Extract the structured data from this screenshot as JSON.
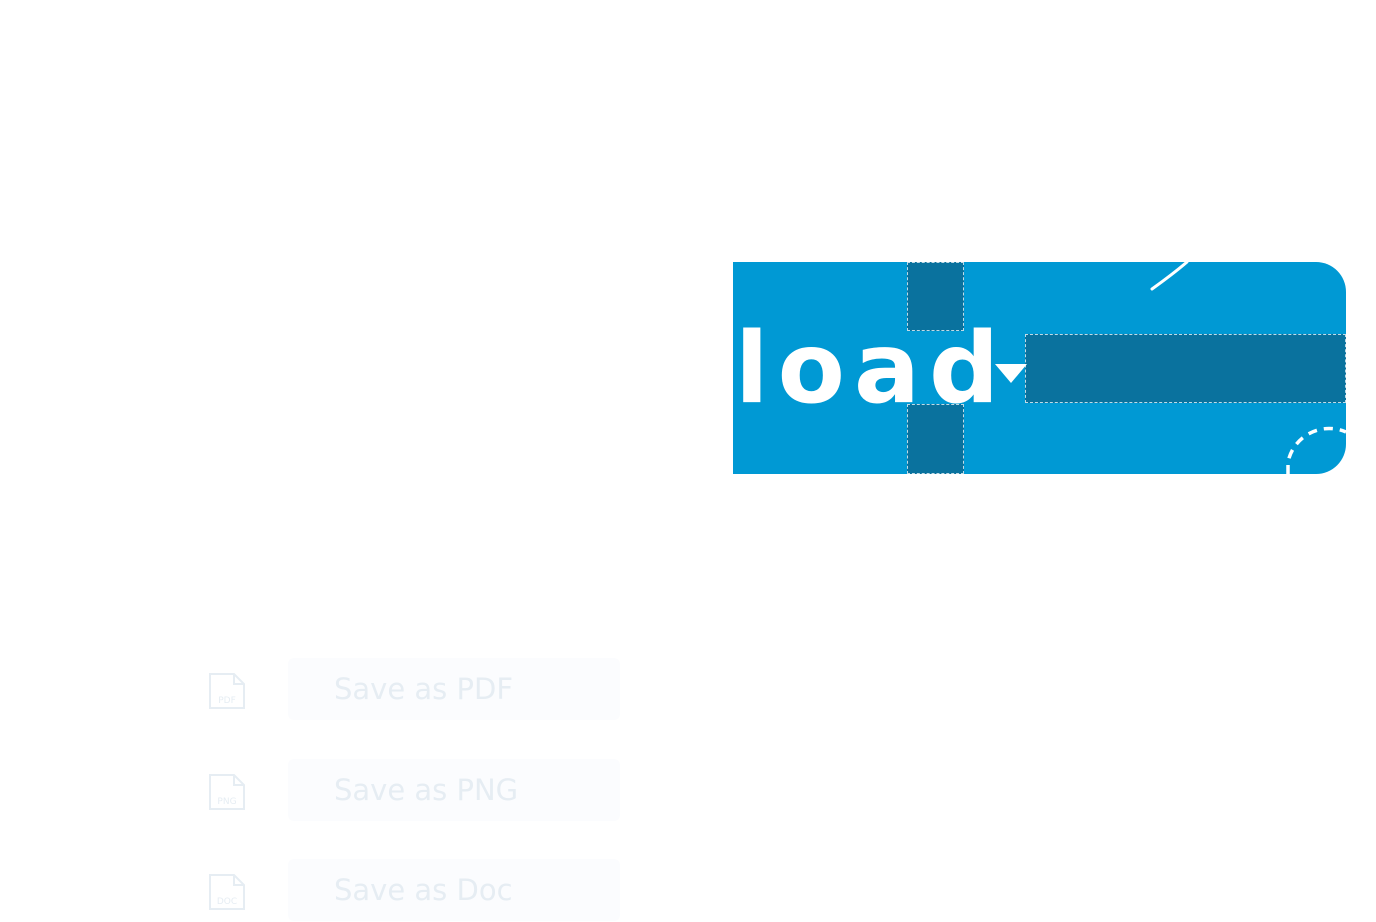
{
  "download": {
    "label": "load",
    "color": "#0099d4",
    "guide_color": "#0a729e",
    "caret_icon": "caret-down-icon"
  },
  "save_menu": {
    "items": [
      {
        "label": "Save as PDF",
        "icon": "pdf-file-icon",
        "icon_text": "PDF"
      },
      {
        "label": "Save as PNG",
        "icon": "png-file-icon",
        "icon_text": "PNG"
      },
      {
        "label": "Save as Doc",
        "icon": "doc-file-icon",
        "icon_text": "DOC"
      }
    ],
    "text_color": "#e6edf3"
  }
}
